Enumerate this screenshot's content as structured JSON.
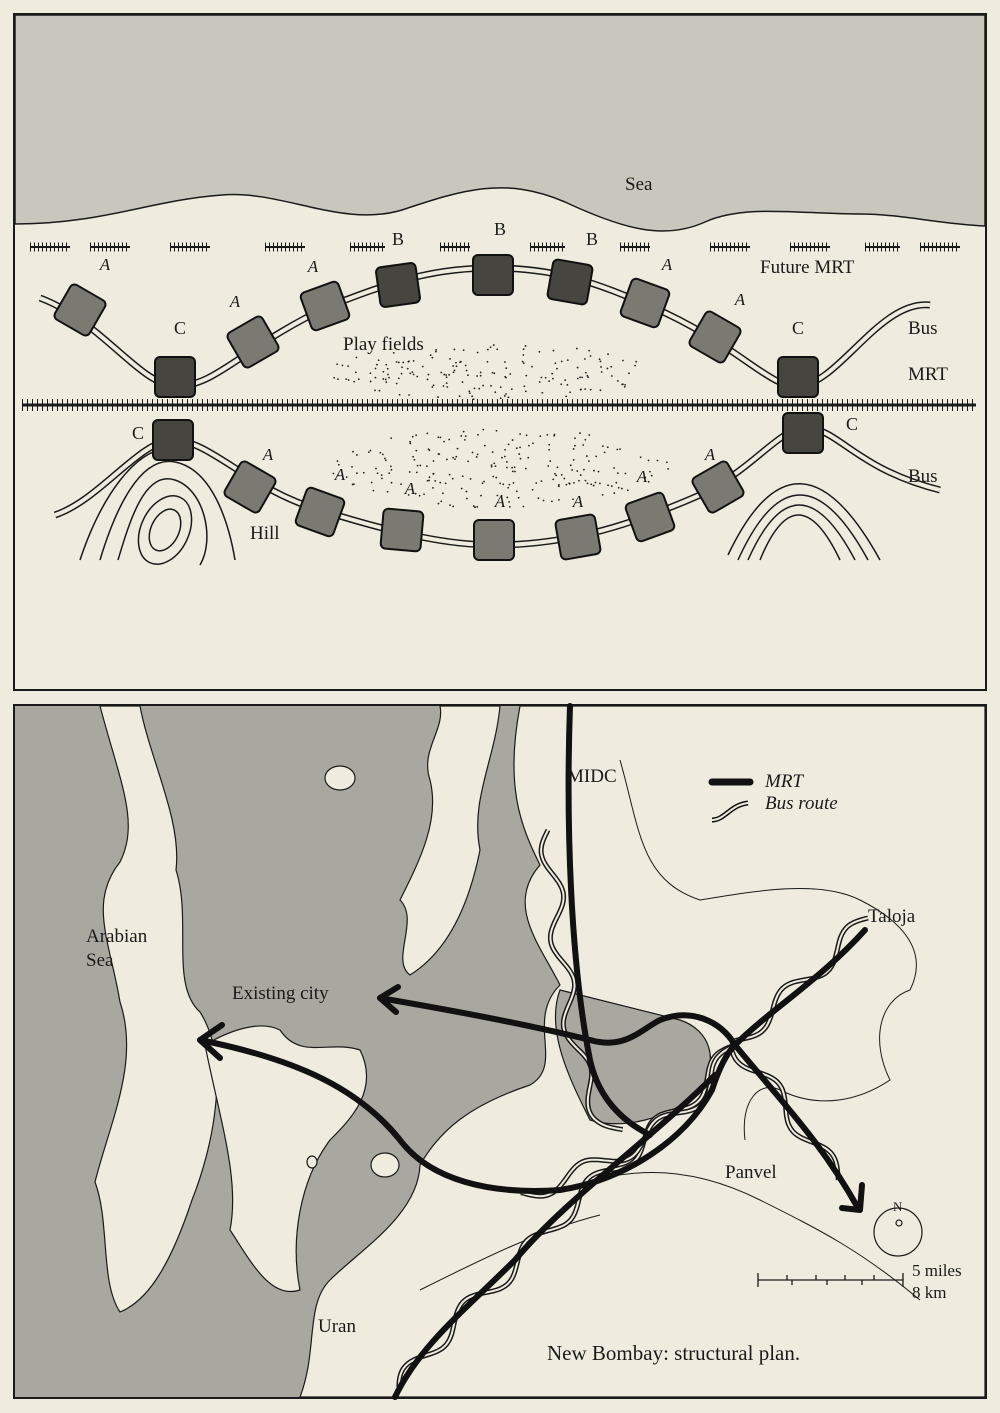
{
  "top_diagram": {
    "labels": {
      "sea": "Sea",
      "future_mrt": "Future MRT",
      "bus_upper": "Bus",
      "mrt": "MRT",
      "bus_lower": "Bus",
      "play_fields": "Play fields",
      "hill": "Hill"
    },
    "upper_stations": [
      "A",
      "C",
      "A",
      "A",
      "B",
      "B",
      "B",
      "A",
      "A",
      "C"
    ],
    "lower_stations": [
      "C",
      "A",
      "A",
      "A",
      "A",
      "A",
      "A",
      "A",
      "C"
    ]
  },
  "map": {
    "legend": {
      "mrt": "MRT",
      "bus_route": "Bus route"
    },
    "places": {
      "midc": "MIDC",
      "taloja": "Taloja",
      "arabian_sea_1": "Arabian",
      "arabian_sea_2": "Sea",
      "existing_city": "Existing city",
      "panvel": "Panvel",
      "uran": "Uran"
    },
    "compass": "N",
    "scale": {
      "miles": "5 miles",
      "km": "8 km"
    },
    "caption": "New Bombay: structural plan."
  },
  "colors": {
    "paper": "#efebde",
    "sea": "#a9a8a0",
    "sea_top": "#c9c6bd",
    "station_a": "#7b7a72",
    "station_bc": "#46453f",
    "ink": "#1a1a1a"
  }
}
